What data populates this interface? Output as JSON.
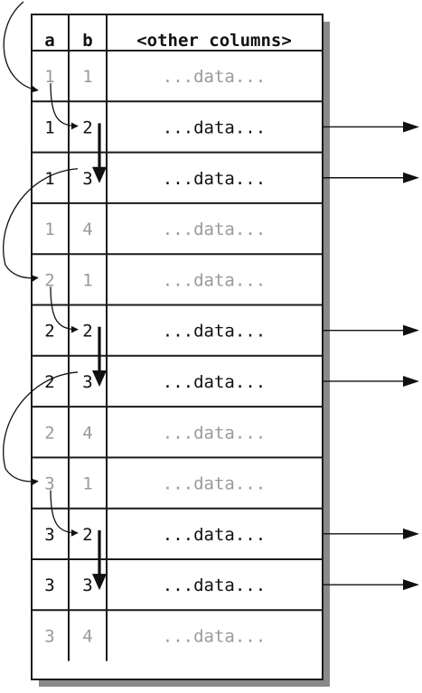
{
  "header": {
    "col_a": "a",
    "col_b": "b",
    "col_other": "<other columns>"
  },
  "rows": [
    {
      "a": "1",
      "b": "1",
      "data": "...data...",
      "selected": false
    },
    {
      "a": "1",
      "b": "2",
      "data": "...data...",
      "selected": true
    },
    {
      "a": "1",
      "b": "3",
      "data": "...data...",
      "selected": true
    },
    {
      "a": "1",
      "b": "4",
      "data": "...data...",
      "selected": false
    },
    {
      "a": "2",
      "b": "1",
      "data": "...data...",
      "selected": false
    },
    {
      "a": "2",
      "b": "2",
      "data": "...data...",
      "selected": true
    },
    {
      "a": "2",
      "b": "3",
      "data": "...data...",
      "selected": true
    },
    {
      "a": "2",
      "b": "4",
      "data": "...data...",
      "selected": false
    },
    {
      "a": "3",
      "b": "1",
      "data": "...data...",
      "selected": false
    },
    {
      "a": "3",
      "b": "2",
      "data": "...data...",
      "selected": true
    },
    {
      "a": "3",
      "b": "3",
      "data": "...data...",
      "selected": true
    },
    {
      "a": "3",
      "b": "4",
      "data": "...data...",
      "selected": false
    }
  ],
  "colors": {
    "selected_text": "#111111",
    "skipped_text": "#9a9a9a",
    "lines": "#1a1a1a",
    "shadow": "#8a8a8a"
  }
}
